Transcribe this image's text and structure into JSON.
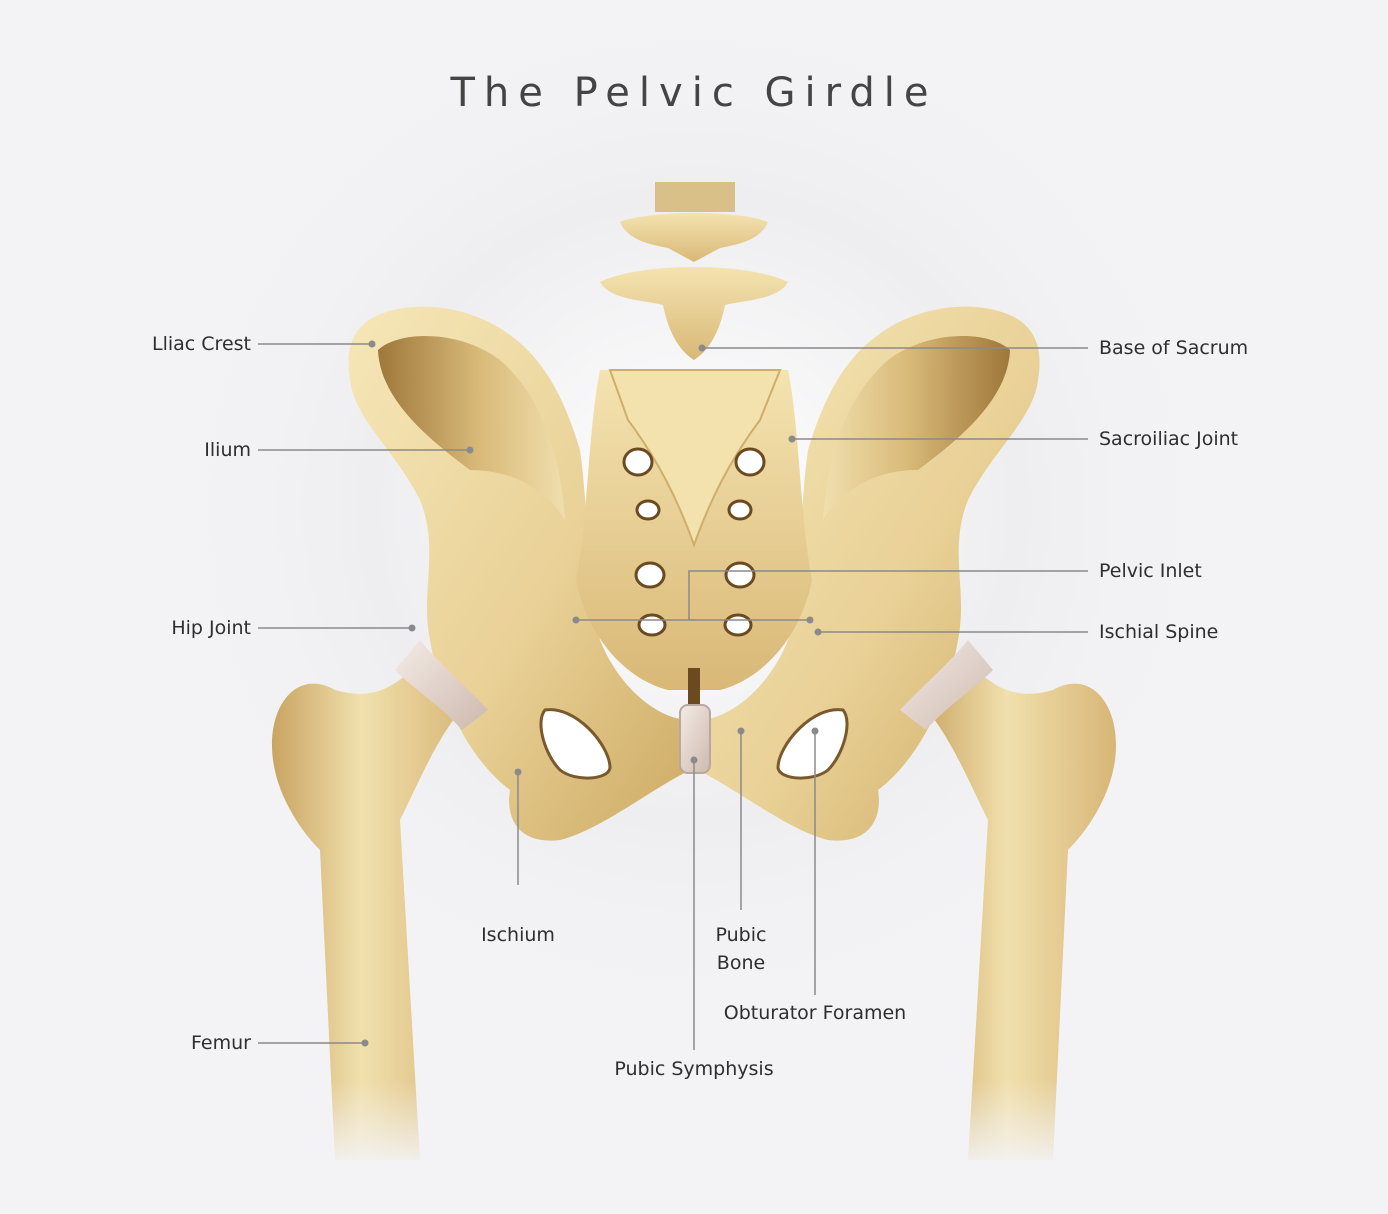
{
  "title": "The Pelvic Girdle",
  "colors": {
    "bone": "#eed9a2",
    "bone_shadow": "#b38f4c",
    "cartilage": "#eadcd6",
    "leader": "#8a8a8a",
    "background": "#f3f3f5"
  },
  "labels": {
    "iliac_crest": "Lliac Crest",
    "ilium": "Ilium",
    "hip_joint": "Hip Joint",
    "femur": "Femur",
    "ischium": "Ischium",
    "pubic_bone_line1": "Pubic",
    "pubic_bone_line2": "Bone",
    "obturator_foramen": "Obturator Foramen",
    "pubic_symphysis": "Pubic Symphysis",
    "base_of_sacrum": "Base of Sacrum",
    "sacroiliac_joint": "Sacroiliac Joint",
    "pelvic_inlet": "Pelvic Inlet",
    "ischial_spine": "Ischial Spine"
  }
}
